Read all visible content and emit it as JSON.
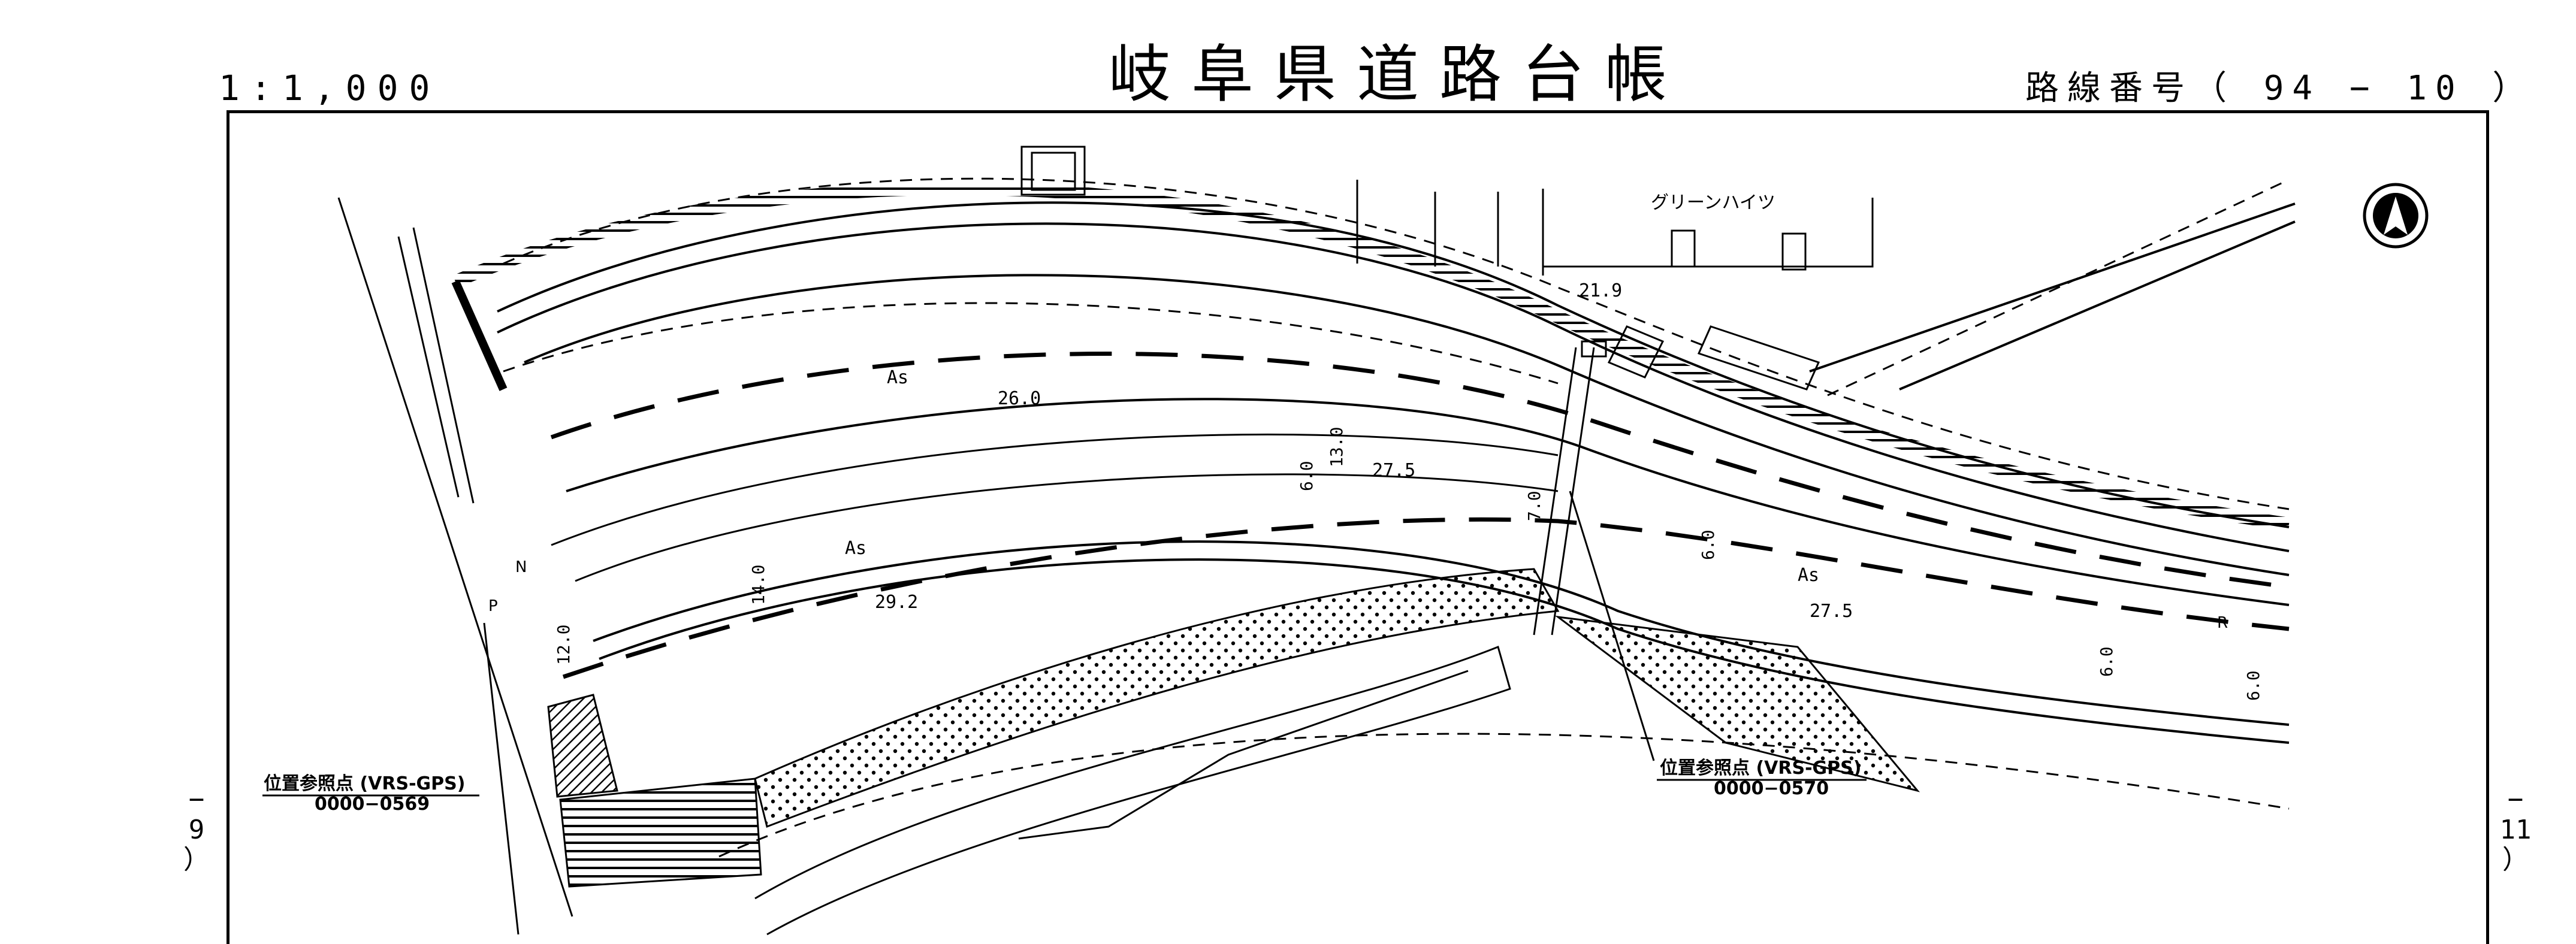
{
  "header": {
    "scale": "1:1,000",
    "title": "岐阜県道路台帳",
    "route_number": "路線番号（ 94 − 10 ）"
  },
  "page_markers": {
    "left": "−\n9\n）",
    "right": "−\n11\n）"
  },
  "map": {
    "building_label": "グリーンハイツ",
    "pavement_label": "As",
    "ref_point_1": {
      "label": "位置参照点 (VRS-GPS)",
      "code": "0000−0569"
    },
    "ref_point_2": {
      "label": "位置参照点 (VRS-GPS)",
      "code": "0000−0570"
    },
    "elevations": [
      "21.9",
      "26.0",
      "27.5",
      "29.2",
      "27.5"
    ],
    "widths": [
      "13.0",
      "6.0",
      "7.0",
      "14.0",
      "12.0",
      "6.0",
      "6.0",
      "6.0"
    ],
    "symbols": [
      "N",
      "P",
      "R"
    ]
  },
  "north_arrow": "north-arrow"
}
